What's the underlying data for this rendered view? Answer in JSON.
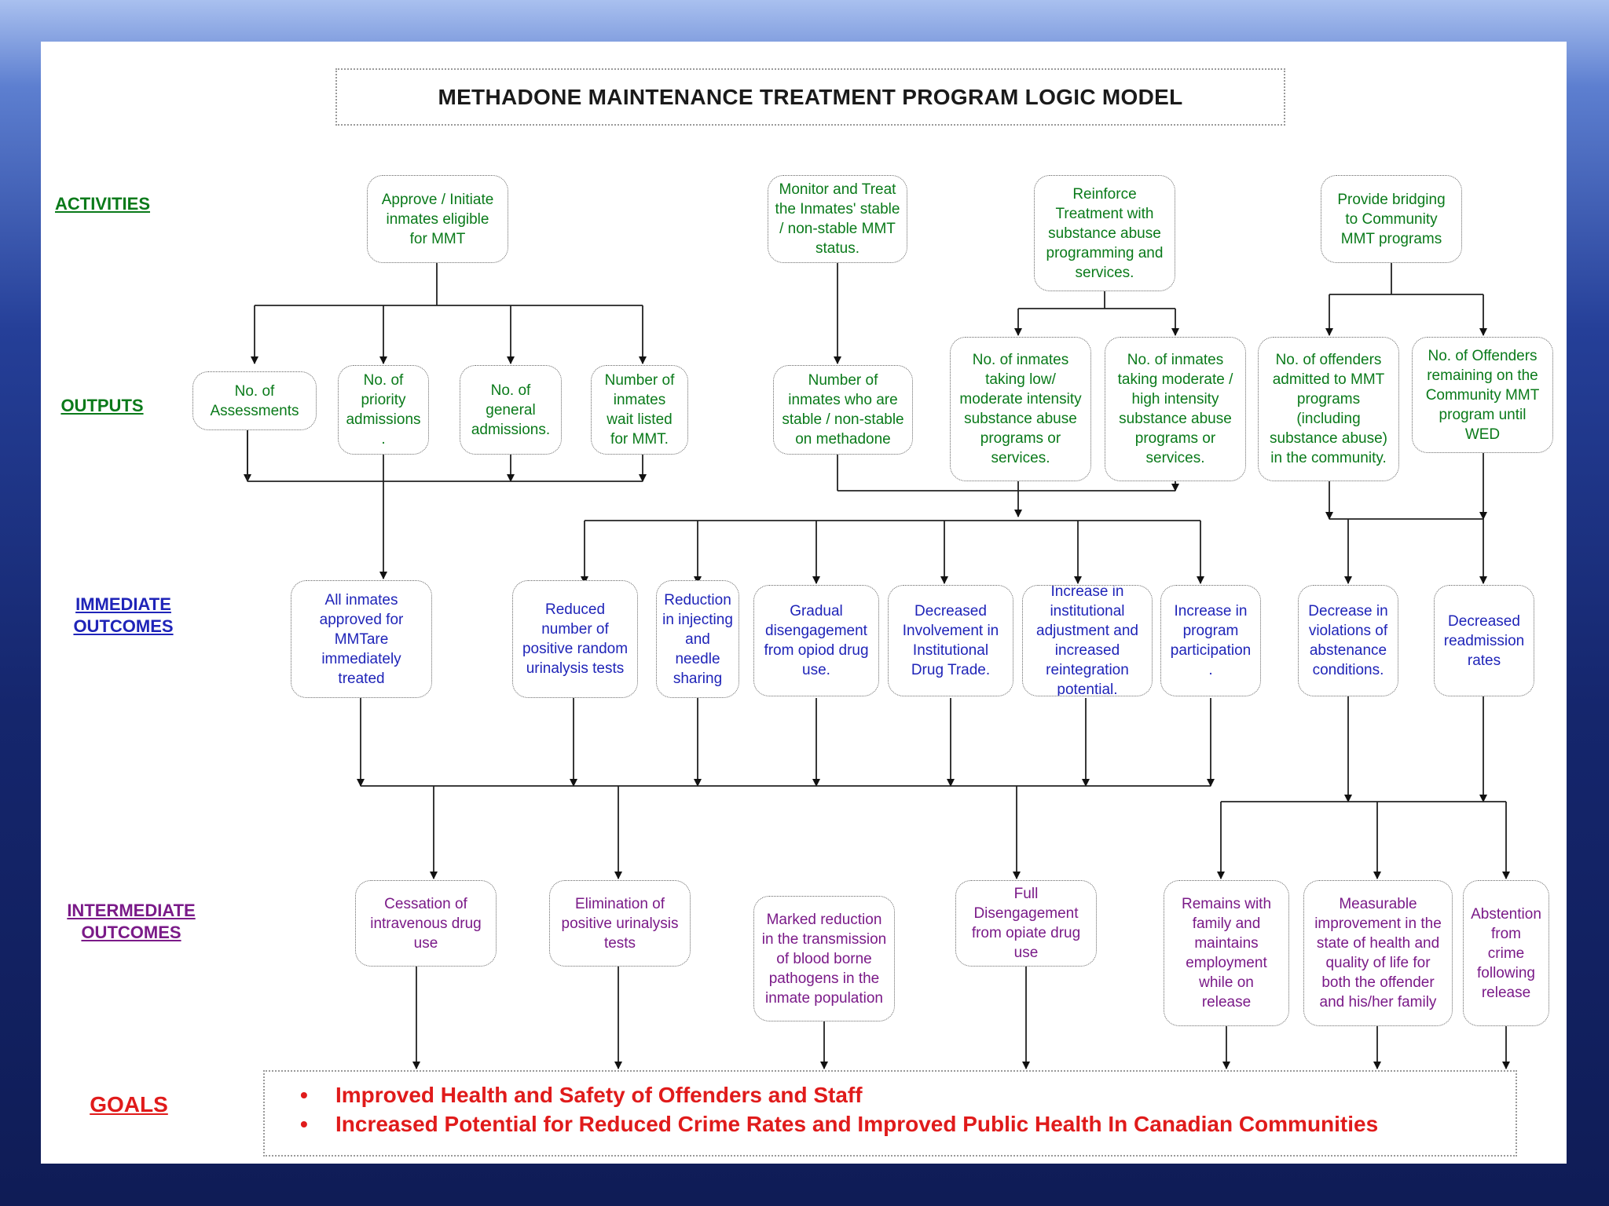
{
  "title": "METHADONE MAINTENANCE TREATMENT PROGRAM LOGIC MODEL",
  "rows": {
    "activities": "ACTIVITIES",
    "outputs": "OUTPUTS",
    "immediate_1": "IMMEDIATE",
    "immediate_2": "OUTCOMES",
    "intermediate_1": "INTERMEDIATE",
    "intermediate_2": "OUTCOMES",
    "goals": "GOALS"
  },
  "activities": [
    "Approve / Initiate\ninmates eligible\nfor MMT",
    "Monitor and Treat\nthe Inmates' stable\n/ non-stable MMT\nstatus.",
    "Reinforce\nTreatment with\nsubstance abuse\nprogramming and\nservices.",
    "Provide bridging\nto Community\nMMT programs"
  ],
  "outputs": [
    "No. of\nAssessments",
    "No. of\npriority\nadmissions\n.",
    "No. of\ngeneral\nadmissions.",
    "Number of\ninmates\nwait listed\nfor MMT.",
    "Number of\ninmates who are\nstable / non-stable\non methadone",
    "No. of inmates\ntaking low/\nmoderate intensity\nsubstance abuse\nprograms or\nservices.",
    "No. of inmates\ntaking moderate /\nhigh intensity\nsubstance abuse\nprograms or\nservices.",
    "No. of offenders\nadmitted to MMT\nprograms\n(including\nsubstance abuse)\nin the community.",
    "No. of Offenders\nremaining on the\nCommunity MMT\nprogram until\nWED"
  ],
  "immediate": [
    "All inmates\napproved for\nMMTare\nimmediately\ntreated",
    "Reduced\nnumber of\npositive random\nurinalysis tests",
    "Reduction\nin injecting\nand\nneedle\nsharing",
    "Gradual\ndisengagement\nfrom opiod drug\nuse.",
    "Decreased\nInvolvement in\nInstitutional\nDrug Trade.",
    "Increase in\ninstitutional\nadjustment and\nincreased\nreintegration\npotential.",
    "Increase in\nprogram\nparticipation\n.",
    "Decrease in\nviolations of\nabstenance\nconditions.",
    "Decreased\nreadmission\nrates"
  ],
  "intermediate": [
    "Cessation of\nintravenous drug\nuse",
    "Elimination of\npositive urinalysis\ntests",
    "Marked reduction\nin the transmission\nof blood borne\npathogens in the\ninmate population",
    "Full\nDisengagement\nfrom opiate drug\nuse",
    "Remains with\nfamily and\nmaintains\nemployment\nwhile on\nrelease",
    "Measurable\nimprovement in the\nstate of health and\nquality of life for\nboth the offender\nand his/her family",
    "Abstention\nfrom\ncrime\nfollowing\nrelease"
  ],
  "goals": [
    "Improved Health and Safety of Offenders and Staff",
    "Increased Potential for Reduced Crime Rates and Improved Public Health In Canadian Communities"
  ],
  "bullet": "•",
  "colors": {
    "activities_outputs": "#0a7a1a",
    "immediate": "#1f24b8",
    "intermediate": "#7a1a88",
    "goals": "#e01b1b"
  }
}
